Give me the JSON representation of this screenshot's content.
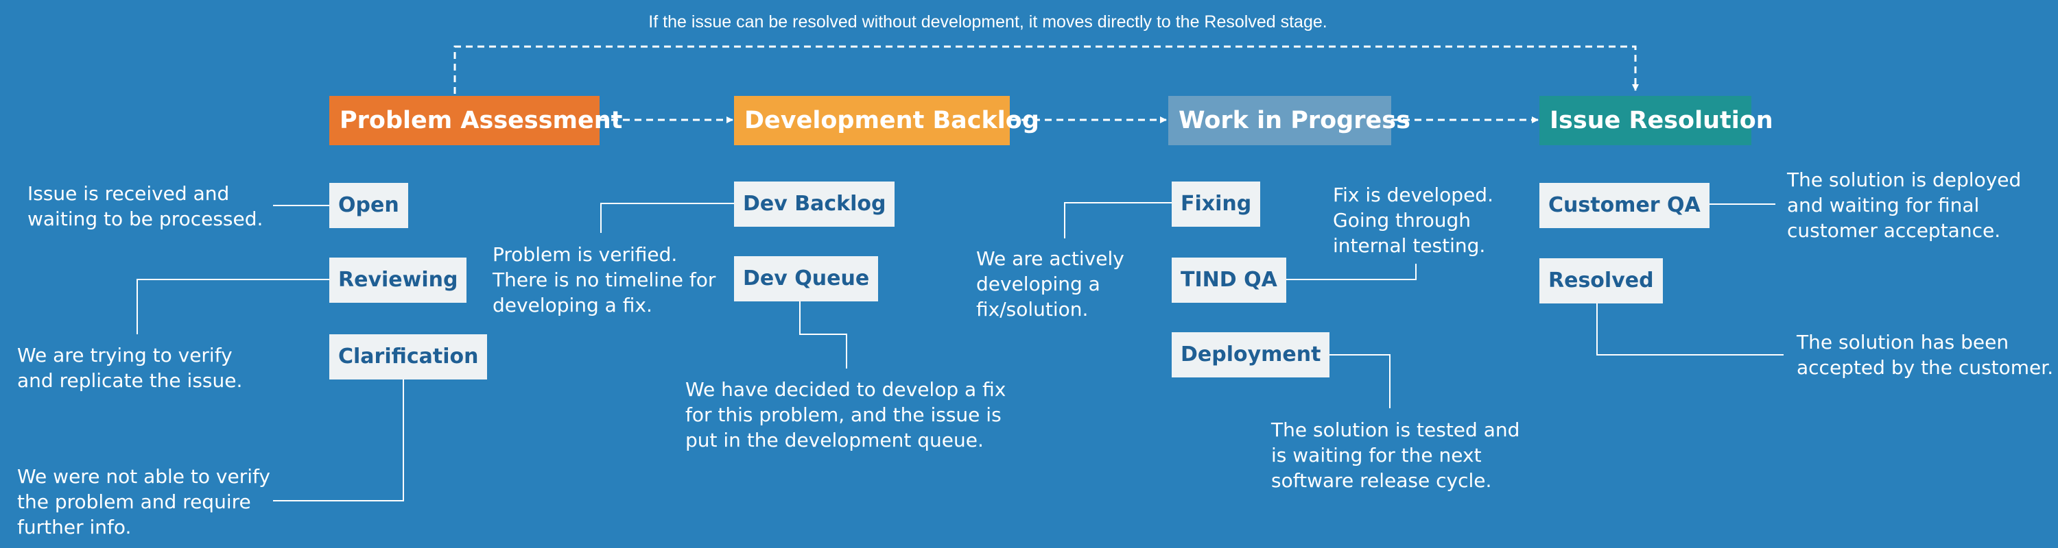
{
  "note": "If the issue can be resolved without development, it moves directly to the Resolved stage.",
  "colors": {
    "background": "#2980bb",
    "problem_assessment": "#e8772e",
    "development_backlog": "#f3a53d",
    "work_in_progress": "#6a9ec2",
    "issue_resolution": "#1e9393",
    "status_box": "#eef2f4",
    "status_text": "#1f5f94"
  },
  "stages": [
    {
      "title": "Problem Assessment",
      "statuses": [
        {
          "label": "Open",
          "description": "Issue is received and\nwaiting to be processed."
        },
        {
          "label": "Reviewing",
          "description": "We are trying to verify\nand replicate the issue."
        },
        {
          "label": "Clarification",
          "description": "We were not able to verify\nthe problem and require\nfurther info."
        }
      ]
    },
    {
      "title": "Development Backlog",
      "statuses": [
        {
          "label": "Dev Backlog",
          "description": "Problem is verified.\nThere is no timeline for\ndeveloping a fix."
        },
        {
          "label": "Dev Queue",
          "description": "We have decided to develop a fix\nfor this problem, and the issue is\nput in the development queue."
        }
      ]
    },
    {
      "title": "Work in Progress",
      "statuses": [
        {
          "label": "Fixing",
          "description": "We are actively\ndeveloping a\nfix/solution."
        },
        {
          "label": "TIND QA",
          "description": "Fix is developed.\nGoing through\ninternal testing."
        },
        {
          "label": "Deployment",
          "description": "The solution is tested and\nis waiting for the next\nsoftware release cycle."
        }
      ]
    },
    {
      "title": "Issue Resolution",
      "statuses": [
        {
          "label": "Customer QA",
          "description": "The solution is deployed\nand waiting for final\ncustomer acceptance."
        },
        {
          "label": "Resolved",
          "description": "The solution has been\naccepted by the customer."
        }
      ]
    }
  ]
}
